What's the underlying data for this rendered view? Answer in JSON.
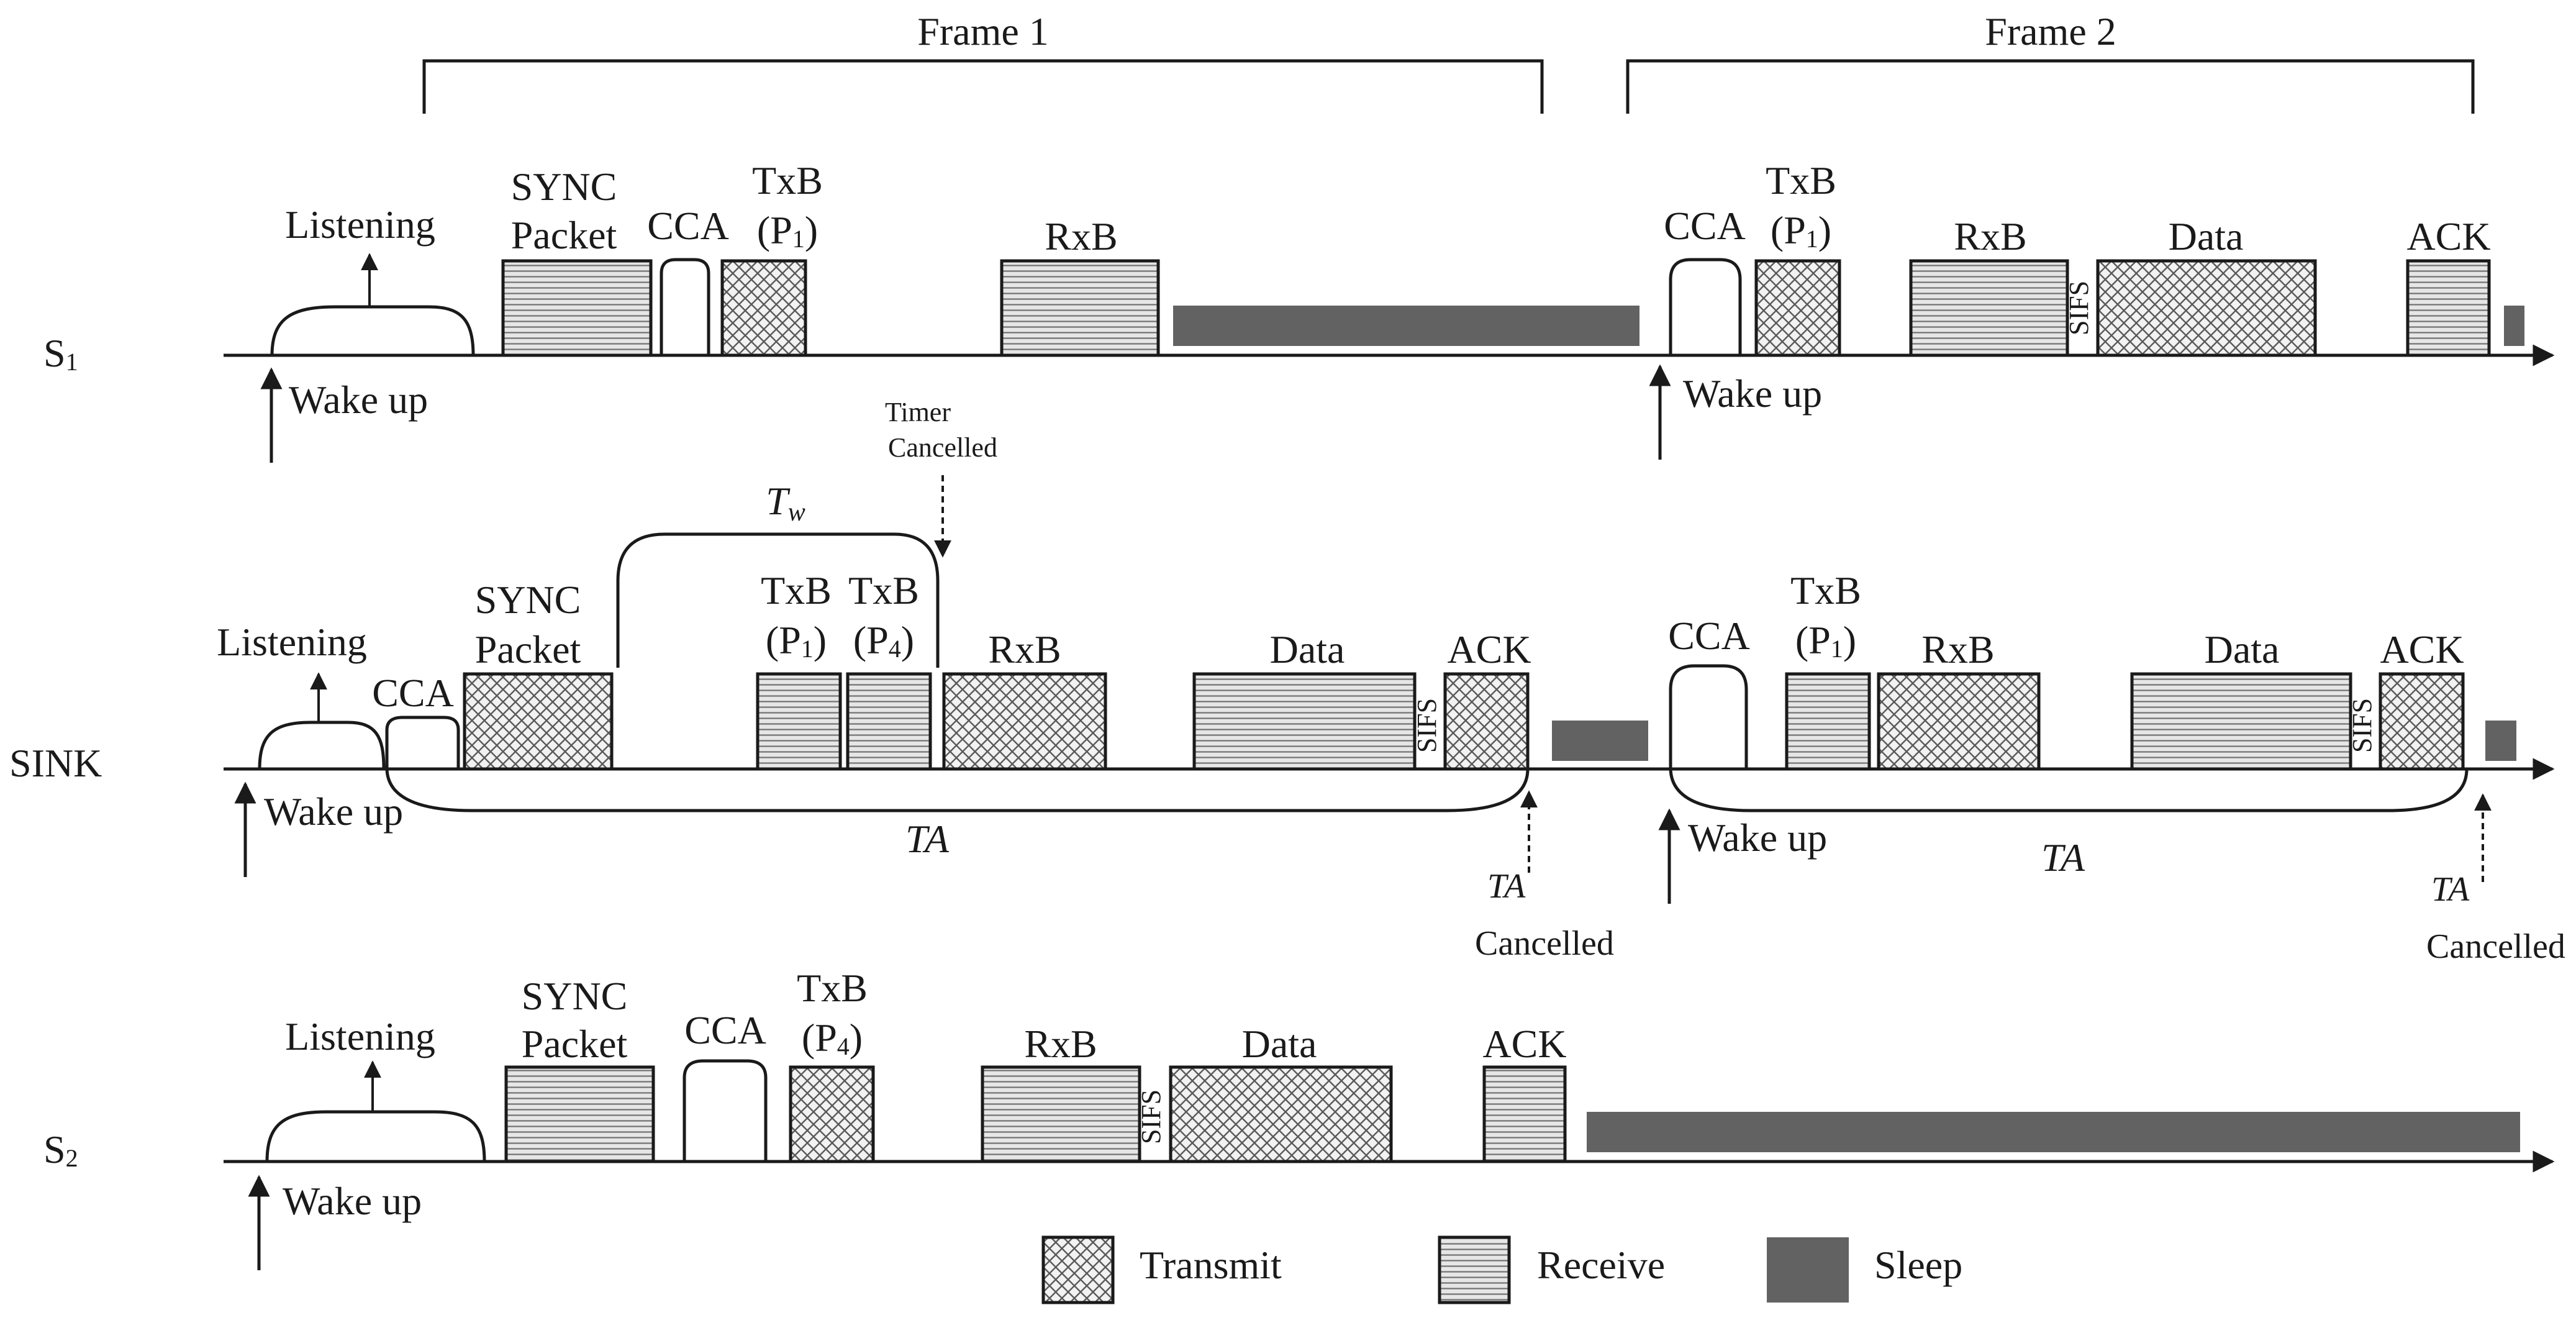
{
  "frames": {
    "frame1": "Frame 1",
    "frame2": "Frame 2"
  },
  "rows": {
    "s1": {
      "name": "S",
      "sub": "1",
      "listening": "Listening",
      "wake": "Wake up",
      "wake2": "Wake up",
      "sync1": "SYNC",
      "sync2": "Packet",
      "cca": "CCA",
      "txb_a": "TxB",
      "txb_a_param": "(P",
      "txb_a_sub": "1",
      "rxb_a": "RxB",
      "cca2": "CCA",
      "txb_b": "TxB",
      "txb_b_param": "(P",
      "txb_b_sub": "1",
      "rxb_b": "RxB",
      "sifs": "SIFS",
      "data": "Data",
      "ack": "ACK"
    },
    "sink": {
      "name": "SINK",
      "listening": "Listening",
      "wake": "Wake up",
      "wake2": "Wake up",
      "cca": "CCA",
      "sync1": "SYNC",
      "sync2": "Packet",
      "tw": "T",
      "tw_sub": "w",
      "timer1": "Timer",
      "timer2": "Cancelled",
      "txb1": "TxB",
      "txb1_param": "(P",
      "txb1_sub": "1",
      "txb2": "TxB",
      "txb2_param": "(P",
      "txb2_sub": "4",
      "rxb1": "RxB",
      "data1": "Data",
      "sifs1": "SIFS",
      "ack1": "ACK",
      "ta1": "TA",
      "ta_cancel1a": "TA",
      "ta_cancel1b": "Cancelled",
      "cca2": "CCA",
      "txb3": "TxB",
      "txb3_param": "(P",
      "txb3_sub": "1",
      "rxb2": "RxB",
      "data2": "Data",
      "sifs2": "SIFS",
      "ack2": "ACK",
      "ta2": "TA",
      "ta_cancel2a": "TA",
      "ta_cancel2b": "Cancelled"
    },
    "s2": {
      "name": "S",
      "sub": "2",
      "listening": "Listening",
      "wake": "Wake up",
      "sync1": "SYNC",
      "sync2": "Packet",
      "cca": "CCA",
      "txb": "TxB",
      "txb_param": "(P",
      "txb_sub": "4",
      "rxb": "RxB",
      "sifs": "SIFS",
      "data": "Data",
      "ack": "ACK"
    }
  },
  "legend": {
    "transmit": "Transmit",
    "receive": "Receive",
    "sleep": "Sleep"
  },
  "colors": {
    "line": "#1a1a1a",
    "sleep": "#626262",
    "receive_fill": "#e6e6e6",
    "receive_lines": "#707070",
    "transmit_fill": "#f2f2f2",
    "transmit_lines": "#5a5a5a"
  }
}
